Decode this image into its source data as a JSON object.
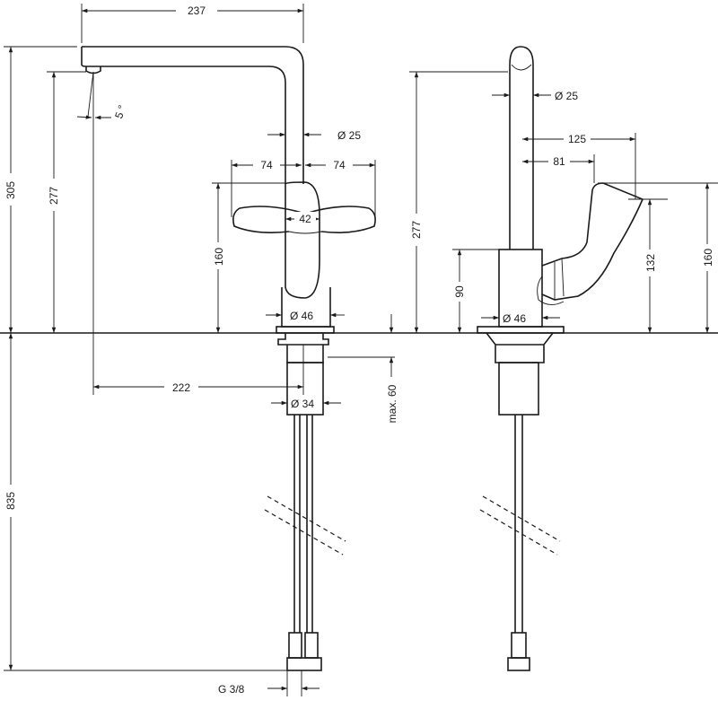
{
  "drawing": {
    "front_view": {
      "spout_reach": "237",
      "spout_angle": "5 °",
      "total_height": "305",
      "spout_outlet_height": "277",
      "spout_diameter": "Ø  25",
      "handle_left": "74",
      "handle_right": "74",
      "lever_width": "42",
      "lever_height": "160",
      "base_diameter": "Ø 46",
      "outlet_to_center": "222",
      "shank_diameter": "Ø 34",
      "max_counter_thickness": "max. 60",
      "hose_length": "835",
      "connection_thread": "G 3/8"
    },
    "side_view": {
      "spout_diameter": "Ø  25",
      "lever_reach": "125",
      "body_depth": "81",
      "spout_height": "277",
      "lever_low_height": "132",
      "lever_high_height": "160",
      "body_height": "90",
      "base_diameter": "Ø  46"
    }
  }
}
